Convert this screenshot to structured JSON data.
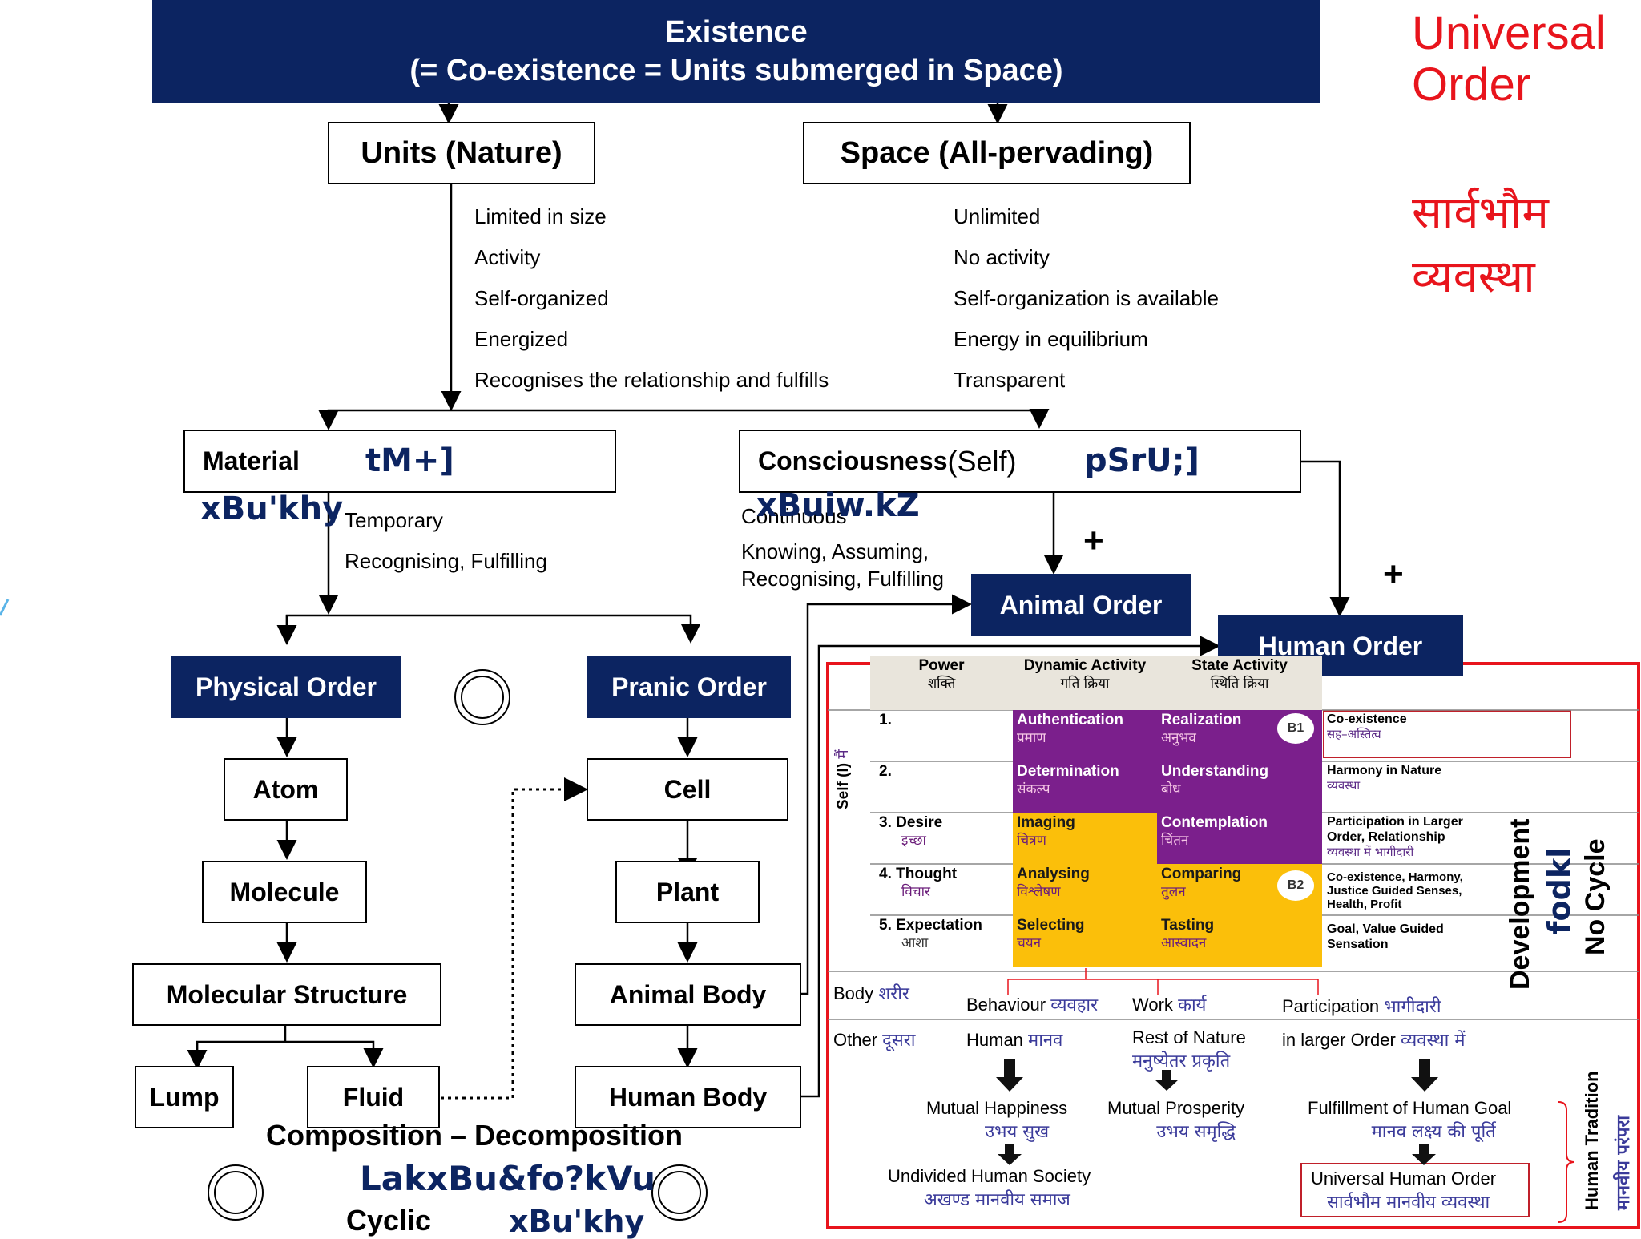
{
  "header": {
    "line1": "Existence",
    "line2": "(= Co-existence = Units submerged in Space)"
  },
  "title": {
    "line1": "Universal",
    "line2": "Order",
    "hindi1": "सार्वभौम",
    "hindi2": "व्यवस्था"
  },
  "units": {
    "label": "Units (Nature)",
    "props": [
      "Limited in size",
      "Activity",
      "Self-organized",
      "Energized",
      "Recognises the relationship and fulfills"
    ]
  },
  "space": {
    "label": "Space (All-pervading)",
    "props": [
      "Unlimited",
      "No activity",
      "Self-organization is available",
      "Energy in equilibrium",
      "Transparent"
    ]
  },
  "material": {
    "label": "Material",
    "glyph1": "tM+]",
    "glyph2": "xBu'khy",
    "props": [
      "Temporary",
      "Recognising, Fulfilling"
    ]
  },
  "consciousness": {
    "label": "Consciousness",
    "label_suffix": "(Self)",
    "glyph1": "pSrU;]",
    "glyph2": "xBuiw.kZ",
    "props": [
      "Continuous",
      "Knowing, Assuming,",
      "Recognising, Fulfilling"
    ]
  },
  "orders": {
    "physical": "Physical Order",
    "pranic": "Pranic Order",
    "animal": "Animal Order",
    "human": "Human Order"
  },
  "plus": "+",
  "physical_chain": [
    "Atom",
    "Molecule",
    "Molecular Structure"
  ],
  "lump": "Lump",
  "fluid": "Fluid",
  "pranic_chain": [
    "Cell",
    "Plant",
    "Animal Body",
    "Human Body"
  ],
  "bottom": {
    "composition": "Composition – Decomposition",
    "glyph": "LakxBu&fo?kVu",
    "cyclic": "Cyclic",
    "cyclic_glyph": "xBu'khy"
  },
  "table": {
    "headers": [
      {
        "en": "Power",
        "hi": "शक्ति"
      },
      {
        "en": "Dynamic Activity",
        "hi": "गति क्रिया"
      },
      {
        "en": "State Activity",
        "hi": "स्थिति क्रिया"
      }
    ],
    "self_label": "Self (I)",
    "self_hindi": "मैं",
    "rows": [
      {
        "power": "1.",
        "power_hi": "",
        "dynamic": "Authentication",
        "dynamic_hi": "प्रमाण",
        "state": "Realization",
        "state_hi": "अनुभव",
        "desc": "Co-existence",
        "desc_hi": "सह–अस्तित्व"
      },
      {
        "power": "2.",
        "power_hi": "",
        "dynamic": "Determination",
        "dynamic_hi": "संकल्प",
        "state": "Understanding",
        "state_hi": "बोध",
        "desc": "Harmony in Nature",
        "desc_hi": "व्यवस्था"
      },
      {
        "power": "3.  Desire",
        "power_hi": "इच्छा",
        "dynamic": "Imaging",
        "dynamic_hi": "चित्रण",
        "state": "Contemplation",
        "state_hi": "चिंतन",
        "desc": "Participation in Larger Order, Relationship",
        "desc_hi": "व्यवस्था में भागीदारी"
      },
      {
        "power": "4.  Thought",
        "power_hi": "विचार",
        "dynamic": "Analysing",
        "dynamic_hi": "विश्लेषण",
        "state": "Comparing",
        "state_hi": "तुलन",
        "desc": "Co-existence, Harmony, Justice Guided Senses, Health, Profit",
        "desc_hi": ""
      },
      {
        "power": "5.  Expectation",
        "power_hi": "आशा",
        "dynamic": "Selecting",
        "dynamic_hi": "चयन",
        "state": "Tasting",
        "state_hi": "आस्वादन",
        "desc": "Goal, Value Guided Sensation",
        "desc_hi": ""
      }
    ],
    "badge1": "B1",
    "badge2": "B2",
    "body": {
      "en": "Body",
      "hi": "शरीर"
    },
    "behaviour": {
      "en": "Behaviour",
      "hi": "व्यवहार"
    },
    "work": {
      "en": "Work",
      "hi": "कार्य"
    },
    "participation": {
      "en": "Participation",
      "hi": "भागीदारी"
    },
    "other": {
      "en": "Other",
      "hi": "दूसरा"
    },
    "human": {
      "en": "Human",
      "hi": "मानव"
    },
    "rest_nature": {
      "en": "Rest of Nature",
      "hi": "मनुष्येतर प्रकृति"
    },
    "larger_order": {
      "en": "in larger Order",
      "hi": "व्यवस्था में"
    },
    "mutual_happiness": {
      "en": "Mutual Happiness",
      "hi": "उभय सुख"
    },
    "mutual_prosperity": {
      "en": "Mutual Prosperity",
      "hi": "उभय समृद्धि"
    },
    "fulfillment": {
      "en": "Fulfillment of Human Goal",
      "hi": "मानव लक्ष्य की पूर्ति"
    },
    "undivided": {
      "en": "Undivided Human Society",
      "hi": "अखण्ड मानवीय समाज"
    },
    "universal_human": {
      "en": "Universal Human Order",
      "hi": "सार्वभौम मानवीय व्यवस्था"
    },
    "development": "Development",
    "development_glyph": "fodkl",
    "no_cycle": "No Cycle",
    "human_tradition": "Human Tradition",
    "human_tradition_hi": "मानवीय परंपरा"
  },
  "colors": {
    "navy": "#0c2461",
    "red": "#e8141c",
    "purple": "#7b1f8c",
    "gold": "#fbbf0a"
  }
}
